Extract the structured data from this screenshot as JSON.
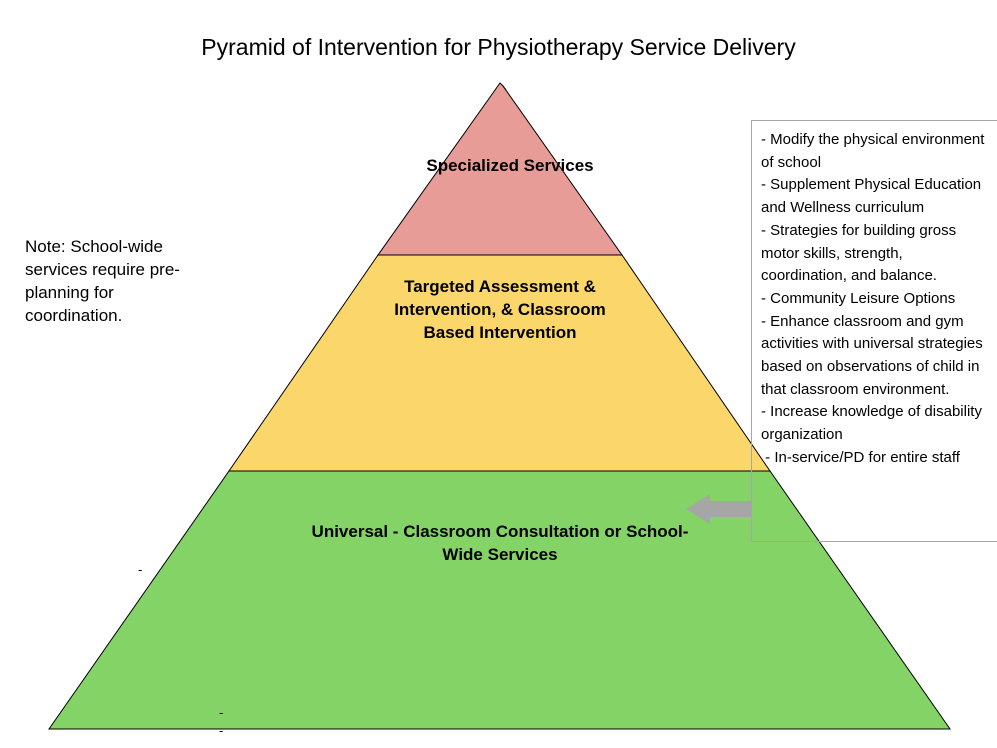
{
  "title": "Pyramid of Intervention for Physiotherapy Service Delivery",
  "colors": {
    "tier_top": "#e89c98",
    "tier_middle": "#fad66b",
    "tier_bottom": "#84d366",
    "arrow": "#a6a6a6",
    "outline": "#000000"
  },
  "tiers": [
    {
      "label": "Specialized Services"
    },
    {
      "label": "Targeted Assessment & Intervention, & Classroom Based Intervention"
    },
    {
      "label": "Universal - Classroom Consultation or School-Wide Services"
    }
  ],
  "note": "Note: School-wide services require pre-planning for coordination.",
  "strategies": [
    "- Modify the physical environment of school",
    "- Supplement Physical Education and Wellness curriculum",
    "- Strategies for building gross motor skills, strength, coordination, and balance.",
    "- Community Leisure Options",
    "- Enhance classroom and gym activities with universal strategies based on observations of child in that classroom environment.",
    "- Increase knowledge of disability organization",
    " - In-service/PD for entire staff"
  ],
  "arrow_icon": "left-arrow-icon",
  "stray_marks": [
    "-",
    "-",
    "-"
  ]
}
